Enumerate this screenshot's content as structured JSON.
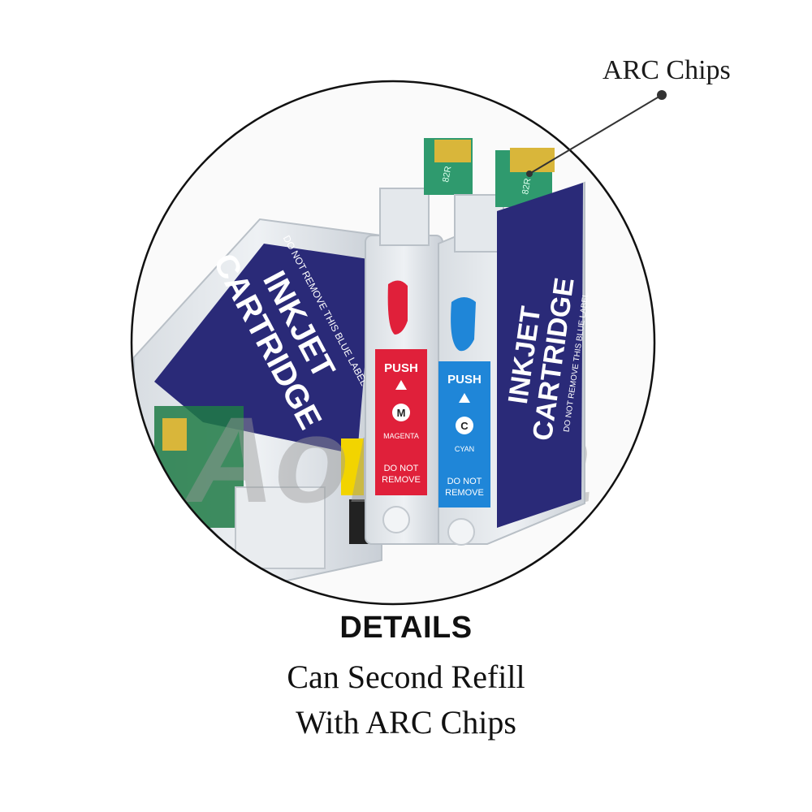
{
  "callout": {
    "label": "ARC Chips"
  },
  "watermark": "Aomya",
  "cartridges": {
    "back": {
      "label_line1": "INKJET",
      "label_line2": "CARTRIDGE",
      "label_small": "DO NOT REMOVE THIS BLUE LABEL"
    },
    "magenta": {
      "push": "PUSH",
      "letter": "M",
      "name": "MAGENTA",
      "warn1": "DO NOT",
      "warn2": "REMOVE",
      "chip": "82R",
      "color": "#e0203a"
    },
    "cyan": {
      "push": "PUSH",
      "letter": "C",
      "name": "CYAN",
      "warn1": "DO NOT",
      "warn2": "REMOVE",
      "chip": "82R",
      "color": "#1f86d8",
      "label_line1": "INKJET",
      "label_line2": "CARTRIDGE",
      "label_small": "DO NOT REMOVE THIS BLUE LABEL"
    },
    "label_color": "#2a2a78"
  },
  "details": {
    "heading": "DETAILS",
    "line1": "Can Second Refill",
    "line2": "With ARC Chips"
  }
}
